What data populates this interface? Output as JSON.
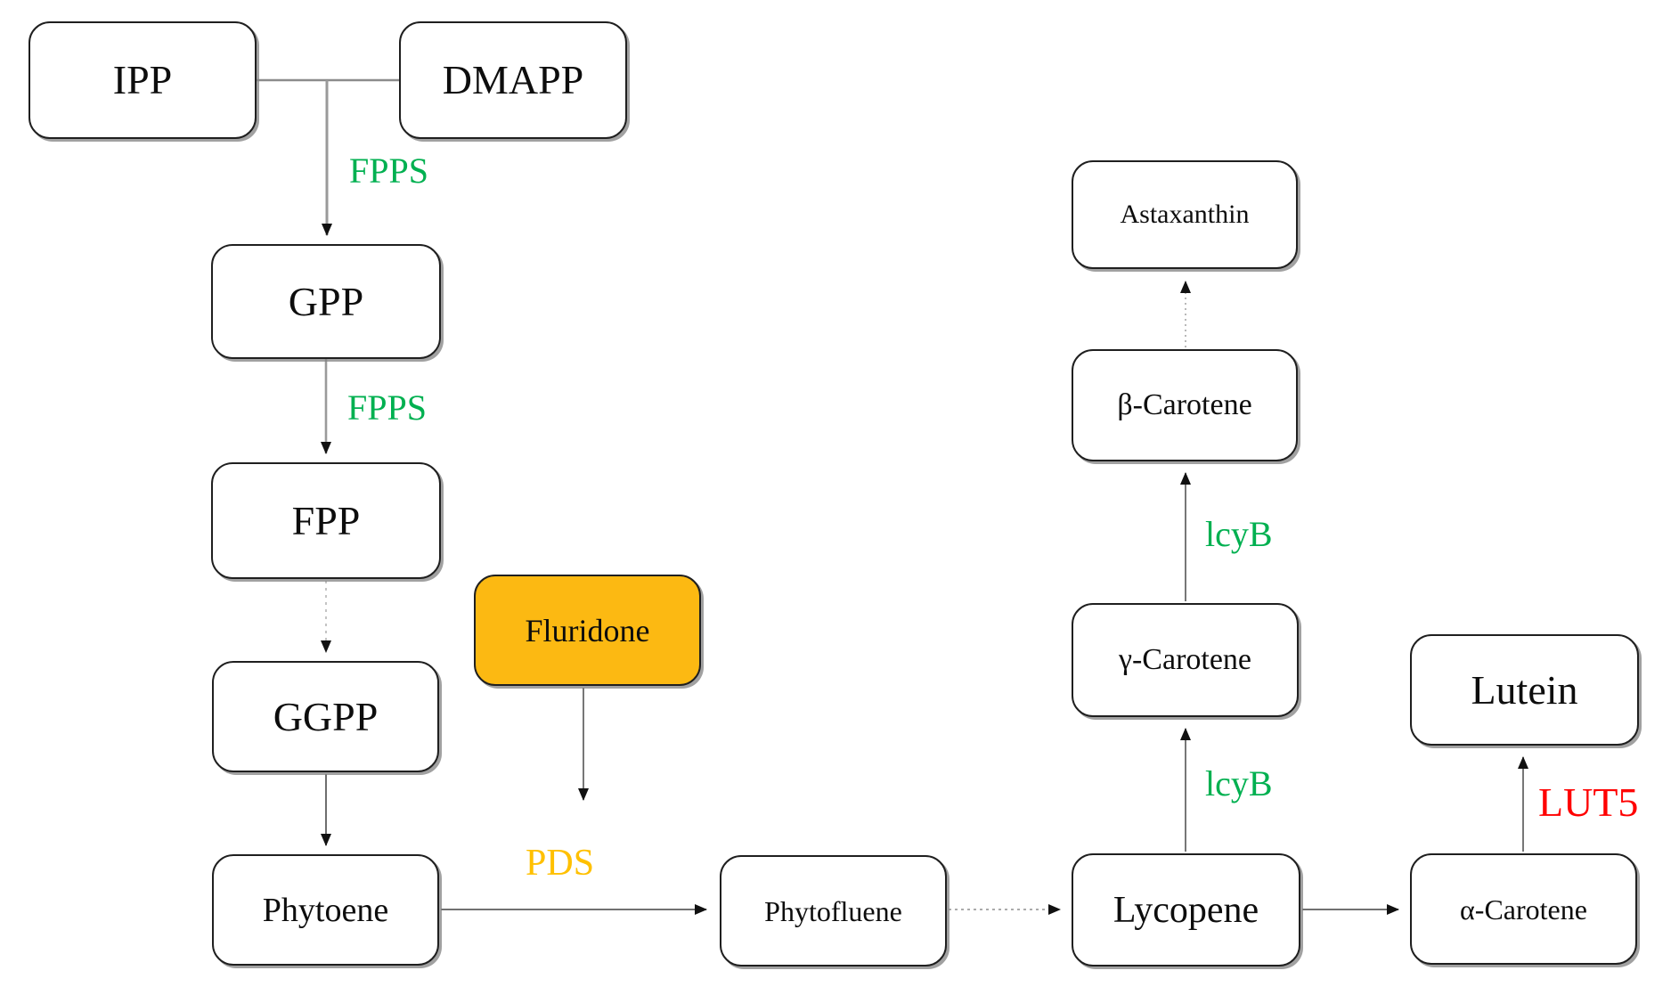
{
  "colors": {
    "enzyme_green": "#00b050",
    "enzyme_gold": "#ffc000",
    "enzyme_red": "#ff0000",
    "inhibitor_fill": "#fcb912",
    "box_border": "#1f1f1f",
    "arrow_gray": "#777777"
  },
  "nodes": {
    "ipp": {
      "label": "IPP"
    },
    "dmapp": {
      "label": "DMAPP"
    },
    "gpp": {
      "label": "GPP"
    },
    "fpp": {
      "label": "FPP"
    },
    "ggpp": {
      "label": "GGPP"
    },
    "phytoene": {
      "label": "Phytoene"
    },
    "fluridone": {
      "label": "Fluridone"
    },
    "phytofluene": {
      "label": "Phytofluene"
    },
    "lycopene": {
      "label": "Lycopene"
    },
    "gamma_carotene": {
      "label": "γ-Carotene"
    },
    "beta_carotene": {
      "label": "β-Carotene"
    },
    "astaxanthin": {
      "label": "Astaxanthin"
    },
    "lutein": {
      "label": "Lutein"
    },
    "alpha_carotene": {
      "label": "α-Carotene"
    }
  },
  "enzymes": {
    "fpps_1": {
      "label": "FPPS"
    },
    "fpps_2": {
      "label": "FPPS"
    },
    "pds": {
      "label": "PDS"
    },
    "lcyb_upper": {
      "label": "lcyB"
    },
    "lcyb_lower": {
      "label": "lcyB"
    },
    "lut5": {
      "label": "LUT5"
    }
  }
}
